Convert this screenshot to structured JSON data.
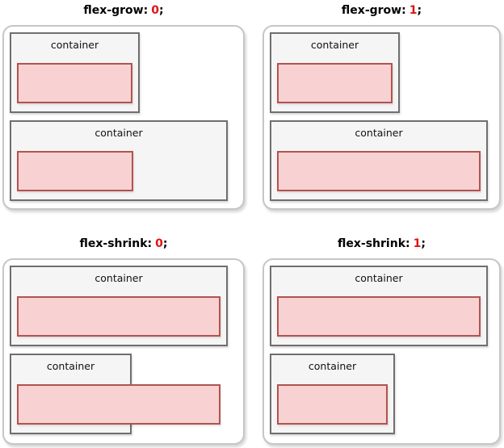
{
  "colors": {
    "value_red": "#e11212",
    "panel_border": "#c6c6c6",
    "container_border": "#6f6f6f",
    "container_bg": "#f5f5f5",
    "item_border": "#b2534f",
    "item_bg": "#f8d2d2"
  },
  "panels": [
    {
      "title": {
        "property": "flex-grow:",
        "value": "0",
        "suffix": ";"
      },
      "containers": [
        {
          "label": "container"
        },
        {
          "label": "container"
        }
      ]
    },
    {
      "title": {
        "property": "flex-grow:",
        "value": "1",
        "suffix": ";"
      },
      "containers": [
        {
          "label": "container"
        },
        {
          "label": "container"
        }
      ]
    },
    {
      "title": {
        "property": "flex-shrink:",
        "value": "0",
        "suffix": ";"
      },
      "containers": [
        {
          "label": "container"
        },
        {
          "label": "container"
        }
      ]
    },
    {
      "title": {
        "property": "flex-shrink:",
        "value": "1",
        "suffix": ";"
      },
      "containers": [
        {
          "label": "container"
        },
        {
          "label": "container"
        }
      ]
    }
  ]
}
